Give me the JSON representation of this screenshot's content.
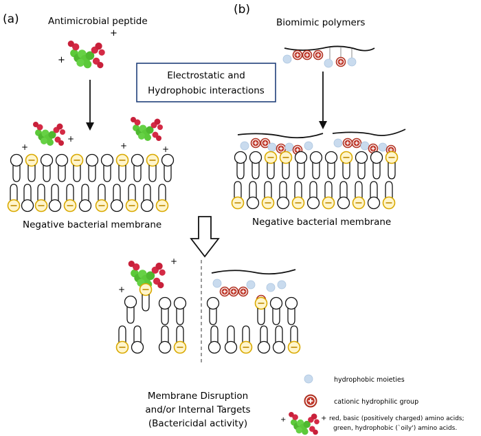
{
  "panel_a": {
    "label": "(a)",
    "title": "Antimicrobial peptide",
    "membrane_label": "Negative bacterial membrane"
  },
  "panel_b": {
    "label": "(b)",
    "title": "Biomimic polymers",
    "membrane_label": "Negative bacterial membrane"
  },
  "interaction_box": {
    "line1": "Electrostatic and",
    "line2": "Hydrophobic interactions"
  },
  "outcome": {
    "line1": "Membrane Disruption",
    "line2": "and/or Internal Targets",
    "line3": "(Bactericidal activity)"
  },
  "legend": {
    "hydrophobic": "hydrophobic moieties",
    "cationic": "cationic hydrophilic group",
    "amino_line1": "red, basic (positively charged) amino acids;",
    "amino_line2": "green, hydrophobic (`oily') amino acids."
  },
  "charges": {
    "plus": "+",
    "minus": "−"
  },
  "colors": {
    "peptide_red": "#d42a45",
    "peptide_green": "#5cc93a",
    "head_yellow": "#f2c200",
    "hydrophobic_blue": "#c9dbee",
    "cationic_red": "#c0392b",
    "box_border": "#1f3f7a"
  }
}
